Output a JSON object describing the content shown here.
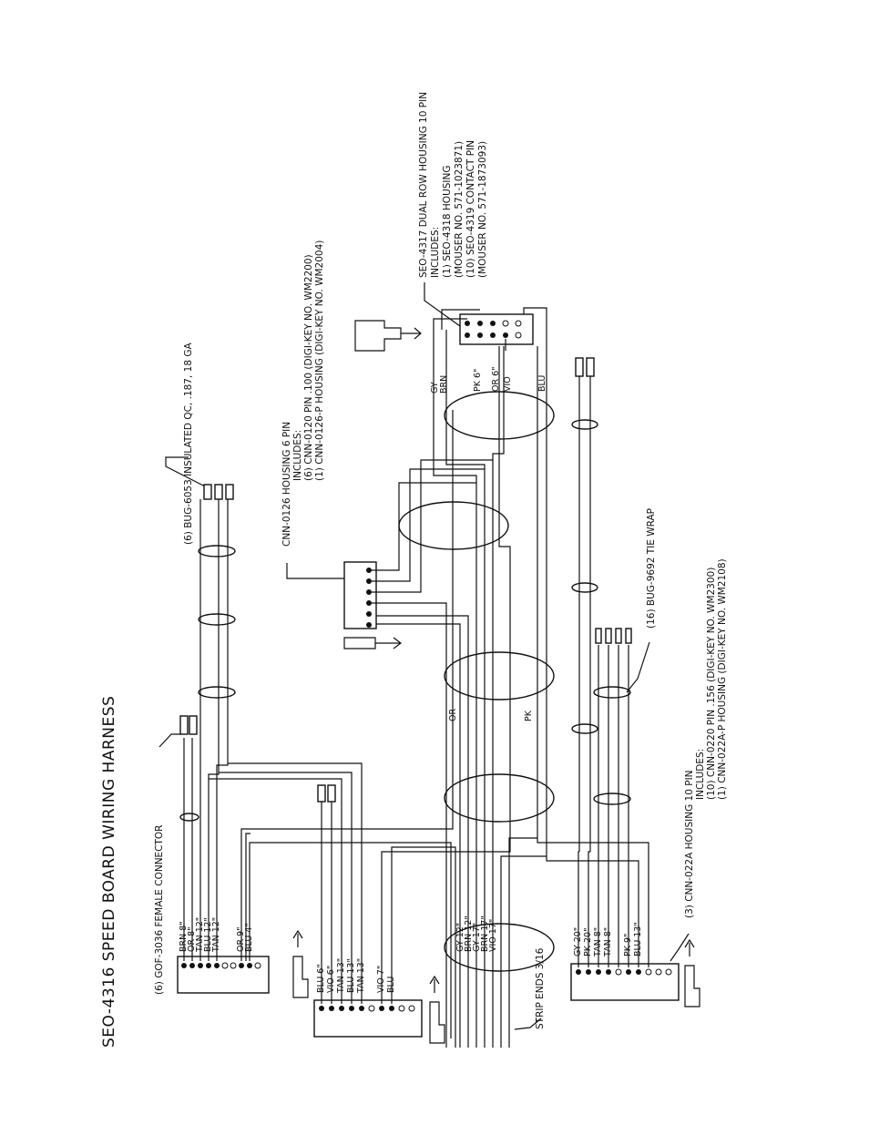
{
  "title": "SEO-4316 SPEED BOARD WIRING HARNESS",
  "notes": {
    "female_connector": "(6) GOF-3036  FEMALE CONNECTOR",
    "insulated_qc": "(6) BUG-6053  INSULATED QC, .187, 18 GA",
    "cnn0126": [
      "CNN-0126  HOUSING 6 PIN",
      "INCLUDES:",
      "(6) CNN-0120    PIN .100  (DIGI-KEY NO. WM2200)",
      "(1) CNN-0126-P HOUSING   (DIGI-KEY NO. WM2004)"
    ],
    "seo4317": [
      "SEO-4317 DUAL ROW HOUSING 10 PIN",
      "INCLUDES:",
      "(1)  SEO-4318 HOUSING",
      "      (MOUSER NO. 571-1023871)",
      "(10) SEO-4319 CONTACT PIN",
      "      (MOUSER NO. 571-1873093)"
    ],
    "tie_wrap": "(16) BUG-9692  TIE WRAP",
    "cnn022a": [
      "(3) CNN-022A    HOUSING 10 PIN",
      "INCLUDES:",
      "(10) CNN-0220     PIN .156  (DIGI-KEY NO. WM2300)",
      "(1)  CNN-022A-P HOUSING   (DIGI-KEY NO. WM2108)"
    ],
    "strip_ends": "STRIP ENDS 3/16"
  },
  "wire_labels": {
    "conn1": [
      "BRN 8\"",
      "OR 8\"",
      "TAN 12\"",
      "BLU 12\"",
      "TAN 12\"",
      "OR 9\"",
      "BLU 4\""
    ],
    "conn2": [
      "BLU 6\"",
      "VIO 6\"",
      "TAN 13\"",
      "BLU 13\"",
      "TAN 13\"",
      "VIO 7\"",
      "BLU"
    ],
    "bundle": [
      "GY 12\"",
      "BRN 12\"",
      "GY 17\"",
      "BRN 17\"",
      "VIO 17\""
    ],
    "conn3": [
      "GY 20\"",
      "PK 20\"",
      "TAN 8\"",
      "TAN 8\"",
      "PK 9\"",
      "BLU 13\""
    ],
    "dual_row": [
      "GY",
      "BRN",
      "PK 6\"",
      "OR 6\"",
      "VIO",
      "BLU"
    ],
    "mid_or": "OR",
    "mid_pk": "PK"
  }
}
